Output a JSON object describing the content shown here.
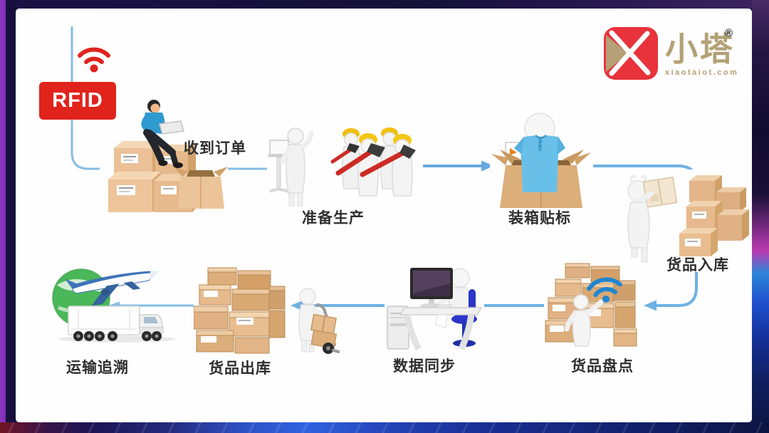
{
  "rfid": {
    "label": "RFID"
  },
  "brand": {
    "name": "小塔",
    "registered": "®",
    "domain": "xiaotaiot.com",
    "logo_red": "#e8323c",
    "logo_gold": "#b5a077"
  },
  "flow": {
    "line_color": "#74b3e0",
    "steps": [
      {
        "id": "receive-order",
        "label": "收到订单"
      },
      {
        "id": "prepare-production",
        "label": "准备生产"
      },
      {
        "id": "packing-labeling",
        "label": "装箱贴标"
      },
      {
        "id": "goods-inbound",
        "label": "货品入库"
      },
      {
        "id": "inventory-count",
        "label": "货品盘点"
      },
      {
        "id": "data-sync",
        "label": "数据同步"
      },
      {
        "id": "goods-outbound",
        "label": "货品出库"
      },
      {
        "id": "transport-trace",
        "label": "运输追溯"
      }
    ]
  },
  "colors": {
    "accent_red": "#e0241c",
    "frame_navy": "#130d38",
    "box_tan": "#e6bb8e",
    "wifi_blue": "#1f86d0"
  }
}
